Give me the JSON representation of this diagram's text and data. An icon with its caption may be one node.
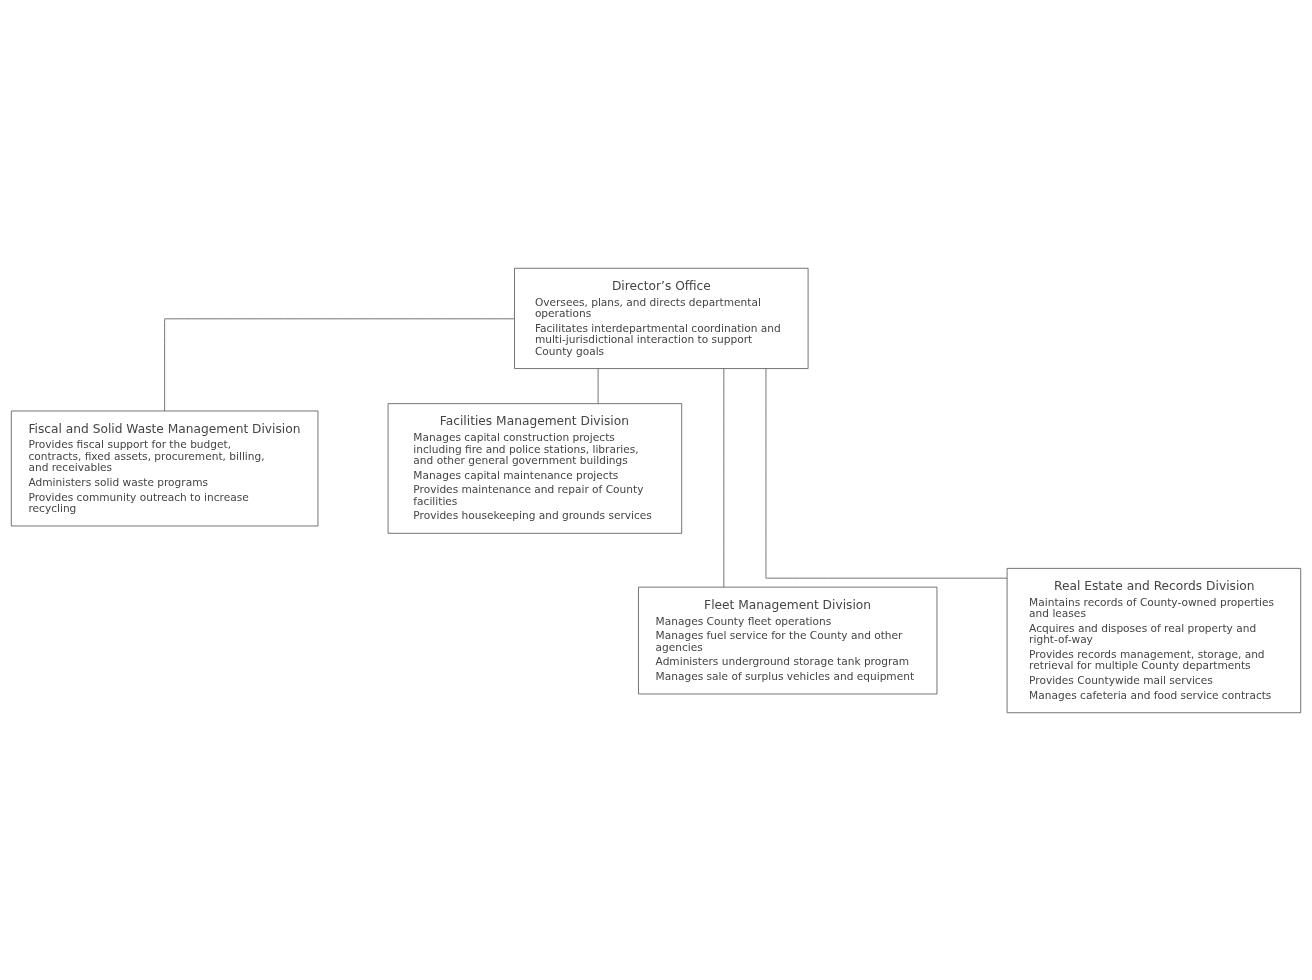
{
  "diagram": {
    "nodes": [
      {
        "text": [
          "Director’s Office",
          "Oversees, plans, and directs departmental operations",
          "Facilitates interdepartmental coordination and multi-jurisdictional interaction to support County goals"
        ]
      },
      {
        "text": [
          "Fiscal and Solid Waste Management Division",
          "Provides fiscal support for the budget, contracts, fixed assets, procurement, billing, and receivables",
          "Administers solid waste programs",
          "Provides community outreach to increase recycling"
        ]
      },
      {
        "text": [
          "Facilities Management Division",
          "Manages capital construction projects including fire and police stations, libraries, and other general government buildings",
          "Manages capital maintenance projects",
          "Provides maintenance and repair of County facilities",
          "Provides housekeeping and grounds services"
        ]
      },
      {
        "text": [
          "Fleet Management Division",
          "Manages County fleet operations",
          "Manages fuel service for the County and other agencies",
          "Administers underground storage tank program",
          "Manages sale of surplus vehicles and equipment"
        ]
      },
      {
        "text": [
          "Real Estate and Records Division",
          "Maintains records of County-owned properties and leases",
          "Acquires and disposes of real property and right-of-way",
          "Provides records management, storage, and retrieval for multiple County departments",
          "Provides Countywide mail services",
          "Manages cafeteria and food service contracts"
        ]
      }
    ],
    "edges": [
      {
        "from": 0,
        "to": 1,
        "arrow": "none"
      },
      {
        "from": 0,
        "to": 2,
        "arrow": "none"
      },
      {
        "from": 0,
        "to": 3,
        "arrow": "none"
      },
      {
        "from": 0,
        "to": 4,
        "arrow": "none"
      }
    ]
  }
}
